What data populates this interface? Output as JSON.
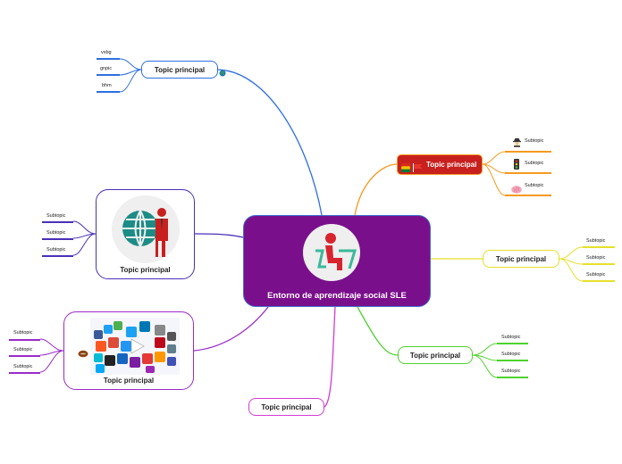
{
  "center": {
    "label": "Entorno de aprendizaje social SLE",
    "color": "#7a0f8c"
  },
  "nodes": {
    "top_blue": {
      "label": "Topic principal",
      "color": "#2e6fe0",
      "subtopics": [
        "vxbg",
        "gnpic",
        "bhm"
      ]
    },
    "orange": {
      "label": "Topic principal",
      "color": "#f59a1f",
      "subtopics": [
        "Subtopic",
        "Subtopic",
        "Subtopic"
      ]
    },
    "yellow": {
      "label": "Topic principal",
      "color": "#e6e02a",
      "subtopics": [
        "Subtopic",
        "Subtopic",
        "Subtopic"
      ]
    },
    "green": {
      "label": "Topic principal",
      "color": "#4fd22d",
      "subtopics": [
        "Subtopic",
        "Subtopic",
        "Subtopic"
      ]
    },
    "magenta": {
      "label": "Topic principal",
      "color": "#d43ad4"
    },
    "purple_lower": {
      "label": "Topic principal",
      "color": "#9b2bc9",
      "subtopics": [
        "Subtopic",
        "Subtopic",
        "Subtopic"
      ]
    },
    "indigo": {
      "label": "Topic principal",
      "color": "#4a2fb8",
      "subtopics": [
        "Subtopic",
        "Subtopic",
        "Subtopic"
      ]
    }
  }
}
